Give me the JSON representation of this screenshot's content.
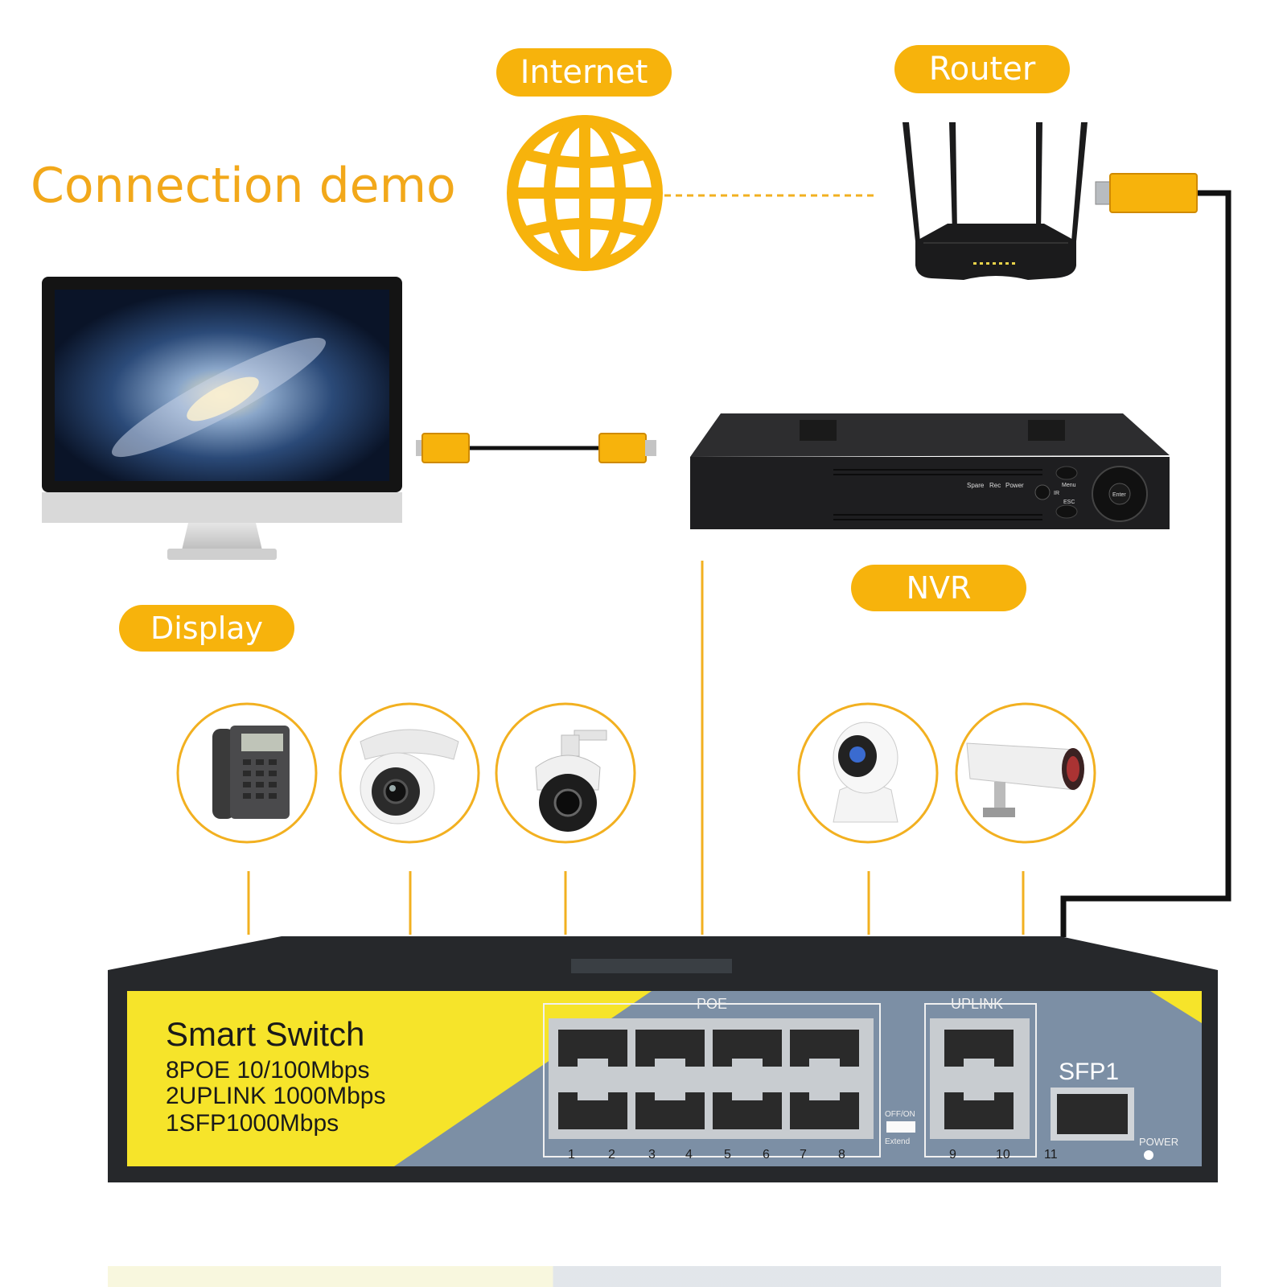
{
  "diagram": {
    "title": "Connection demo",
    "labels": {
      "internet": "Internet",
      "router": "Router",
      "display": "Display",
      "nvr": "NVR"
    },
    "nvr_panel": {
      "spare": "Spare",
      "rec": "Rec",
      "power": "Power",
      "menu": "Menu",
      "esc": "ESC",
      "enter": "Enter",
      "ir": "IR"
    },
    "devices": [
      {
        "name": "ip-phone",
        "icon": "phone-icon"
      },
      {
        "name": "dome-camera",
        "icon": "dome-camera-icon"
      },
      {
        "name": "ptz-camera",
        "icon": "ptz-camera-icon"
      },
      {
        "name": "home-camera",
        "icon": "home-camera-icon"
      },
      {
        "name": "bullet-camera",
        "icon": "bullet-camera-icon"
      }
    ],
    "switch": {
      "name": "Smart Switch",
      "spec1": "8POE 10/100Mbps",
      "spec2": "2UPLINK 1000Mbps",
      "spec3": "1SFP1000Mbps",
      "poe_label": "POE",
      "uplink_label": "UPLINK",
      "sfp_label": "SFP1",
      "extend_top": "OFF/ON",
      "extend_bottom": "Extend",
      "power_label": "POWER",
      "port_numbers": [
        "1",
        "2",
        "3",
        "4",
        "5",
        "6",
        "7",
        "8"
      ],
      "uplink_numbers": [
        "9",
        "10"
      ],
      "sfp_number": "11"
    },
    "colors": {
      "accent": "#f7b30c",
      "switch_yellow": "#f6e42a",
      "switch_blue": "#7c8fa5",
      "switch_body": "#26282b"
    }
  }
}
